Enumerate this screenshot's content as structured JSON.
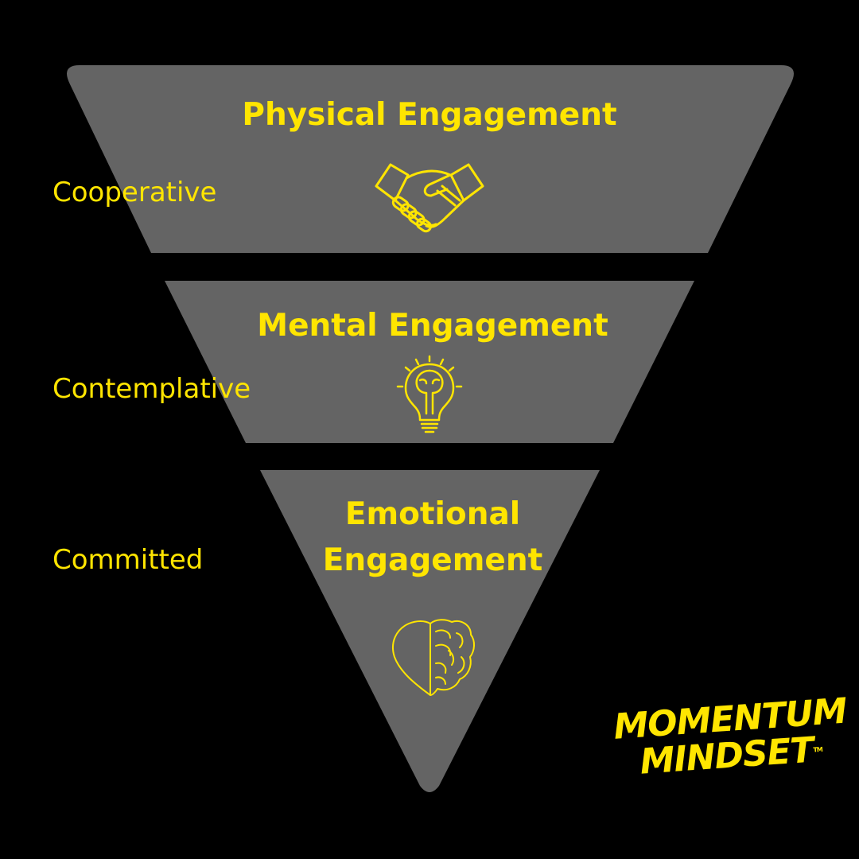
{
  "colors": {
    "background": "#000000",
    "tier_fill": "#646464",
    "accent": "#FFE500"
  },
  "tiers": [
    {
      "title": "Physical Engagement",
      "side_label": "Cooperative",
      "icon": "handshake-icon"
    },
    {
      "title": "Mental Engagement",
      "side_label": "Contemplative",
      "icon": "lightbulb-brain-icon"
    },
    {
      "title_lines": [
        "Emotional",
        "Engagement"
      ],
      "side_label": "Committed",
      "icon": "heart-brain-icon"
    }
  ],
  "logo": {
    "line1": "MOMENTUM",
    "line2": "MINDSET",
    "mark": "TM"
  }
}
